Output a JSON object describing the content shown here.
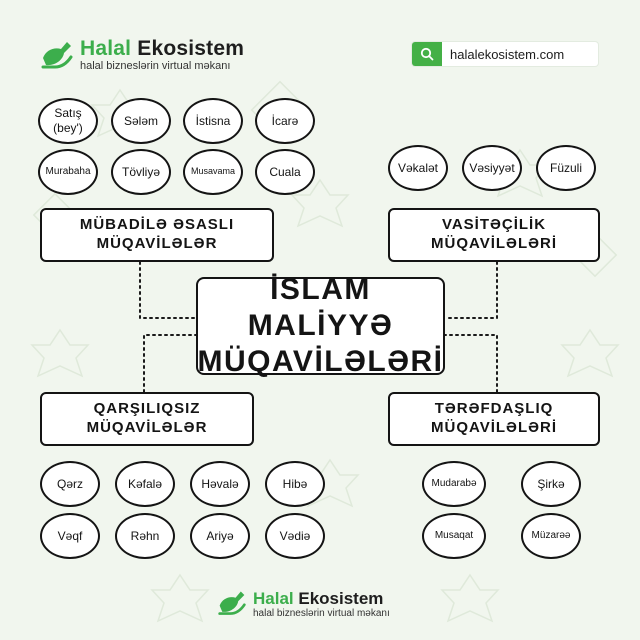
{
  "header": {
    "brand_accent": "Halal",
    "brand_rest": "Ekosistem",
    "tagline": "halal bizneslərin virtual məkanı",
    "url": "halalekosistem.com",
    "search_icon": "search-icon"
  },
  "center": {
    "line1": "İSLAM MALİYYƏ",
    "line2": "MÜQAVİLƏLƏRİ"
  },
  "categories": {
    "exchange": {
      "line1": "MÜBADİLƏ ƏSASLI",
      "line2": "MÜQAVİLƏLƏR"
    },
    "intermediary": {
      "line1": "VASİTƏÇİLİK",
      "line2": "MÜQAVİLƏLƏRİ"
    },
    "gratuitous": {
      "line1": "QARŞILIQSIZ",
      "line2": "MÜQAVİLƏLƏR"
    },
    "partnership": {
      "line1": "TƏRƏFDAŞLIQ",
      "line2": "MÜQAVİLƏLƏRİ"
    }
  },
  "exchange_items": {
    "satis_line1": "Satış",
    "satis_line2": "(bey')",
    "selem": "Sələm",
    "istisna": "İstisna",
    "icare": "İcarə",
    "murabaha": "Murabaha",
    "tovliye": "Tövliyə",
    "musavama": "Musavama",
    "cuala": "Cuala"
  },
  "intermediary_items": {
    "vekalet": "Vəkalət",
    "vesiyyet": "Vəsiyyət",
    "fuzuli": "Füzuli"
  },
  "gratuitous_items": {
    "qerz": "Qərz",
    "kefale": "Kəfalə",
    "havale": "Həvalə",
    "hibe": "Hibə",
    "vaqf": "Vəqf",
    "rehn": "Rəhn",
    "ariye": "Ariyə",
    "vedie": "Vədiə"
  },
  "partnership_items": {
    "mudarabe": "Mudarabə",
    "sirke": "Şirkə",
    "musaqat": "Musaqat",
    "muzaree": "Müzarəə"
  },
  "footer": {
    "brand_accent": "Halal",
    "brand_rest": "Ekosistem",
    "tagline": "halal bizneslərin virtual məkanı"
  },
  "colors": {
    "background": "#f1f6ee",
    "accent_green": "#3cae4c",
    "outline": "#141414"
  }
}
